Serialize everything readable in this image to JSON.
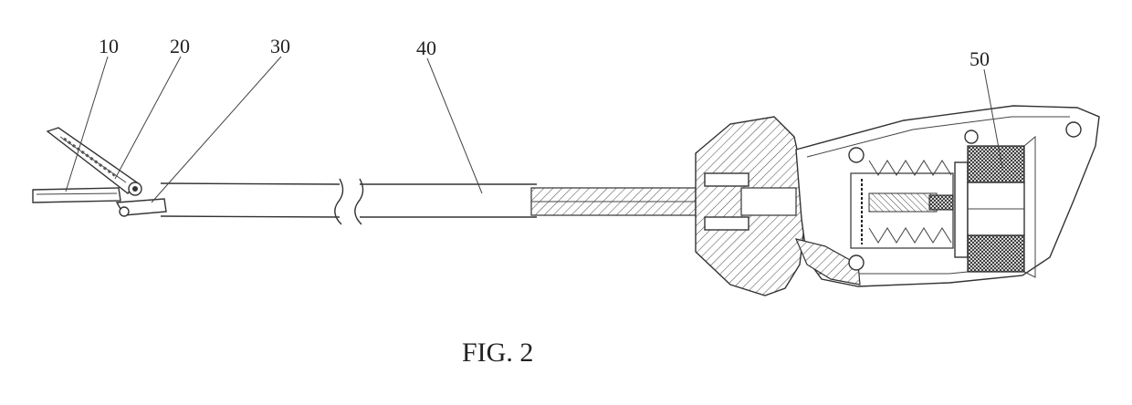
{
  "figure": {
    "caption": "FIG. 2",
    "labels": {
      "l10": "10",
      "l20": "20",
      "l30": "30",
      "l40": "40",
      "l50": "50"
    }
  }
}
